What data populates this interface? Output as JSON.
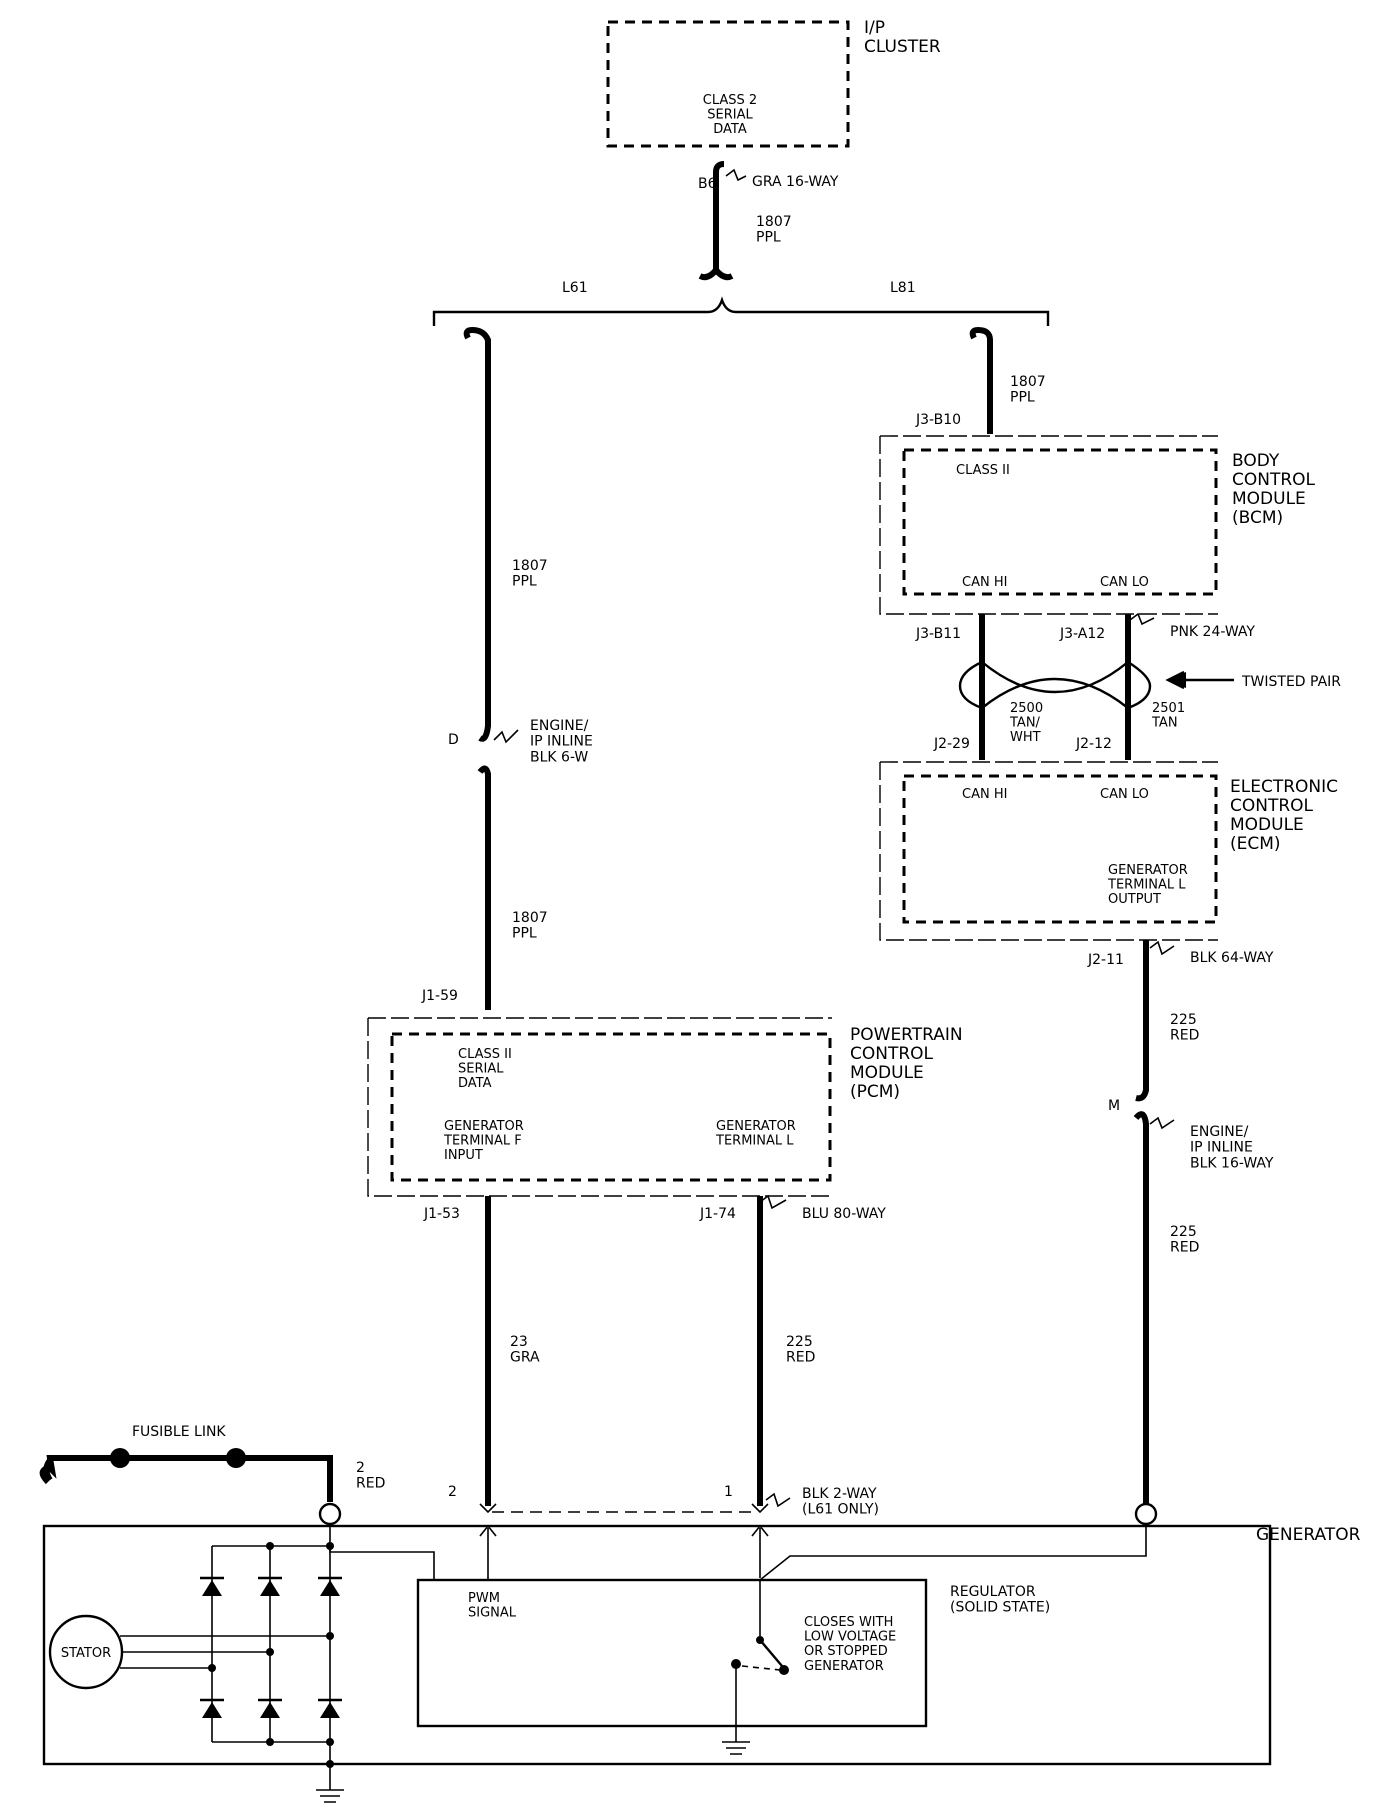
{
  "modules": {
    "ip_cluster": {
      "name": "I/P\nCLUSTER",
      "signal": "CLASS 2\nSERIAL\nDATA"
    },
    "bcm": {
      "name": "BODY\nCONTROL\nMODULE\n(BCM)",
      "class": "CLASS II",
      "can_hi": "CAN HI",
      "can_lo": "CAN LO"
    },
    "ecm": {
      "name": "ELECTRONIC\nCONTROL\nMODULE\n(ECM)",
      "can_hi": "CAN HI",
      "can_lo": "CAN LO",
      "gen_output": "GENERATOR\nTERMINAL L\nOUTPUT"
    },
    "pcm": {
      "name": "POWERTRAIN\nCONTROL\nMODULE\n(PCM)",
      "class": "CLASS II\nSERIAL\nDATA",
      "gen_f": "GENERATOR\nTERMINAL F\nINPUT",
      "gen_l": "GENERATOR\nTERMINAL L"
    },
    "generator": {
      "name": "GENERATOR",
      "regulator": "REGULATOR\n(SOLID STATE)",
      "pwm": "PWM\nSIGNAL",
      "switch_note": "CLOSES WITH\nLOW VOLTAGE\nOR STOPPED\nGENERATOR",
      "stator": "STATOR"
    }
  },
  "connectors": {
    "b6": "B6",
    "gra16": "GRA 16-WAY",
    "l61": "L61",
    "l81": "L81",
    "j3b10": "J3-B10",
    "j3b11": "J3-B11",
    "j3a12": "J3-A12",
    "pnk24": "PNK 24-WAY",
    "twisted": "TWISTED PAIR",
    "j229": "J2-29",
    "j212": "J2-12",
    "j211": "J2-11",
    "blk64": "BLK 64-WAY",
    "d": "D",
    "eng_ip6": "ENGINE/\nIP INLINE\nBLK 6-W",
    "m": "M",
    "eng_ip16": "ENGINE/\nIP INLINE\nBLK 16-WAY",
    "j159": "J1-59",
    "j153": "J1-53",
    "j174": "J1-74",
    "blu80": "BLU 80-WAY",
    "pin2": "2",
    "pin1": "1",
    "blk2": "BLK 2-WAY\n(L61 ONLY)",
    "fusible": "FUSIBLE LINK"
  },
  "wires": {
    "w1807_top": "1807\nPPL",
    "w1807_r": "1807\nPPL",
    "w1807_l1": "1807\nPPL",
    "w1807_l2": "1807\nPPL",
    "w2500": "2500\nTAN/\nWHT",
    "w2501": "2501\nTAN",
    "w225_r1": "225\nRED",
    "w225_r2": "225\nRED",
    "w23": "23\nGRA",
    "w225_pcm": "225\nRED",
    "w2red": "2\nRED"
  }
}
